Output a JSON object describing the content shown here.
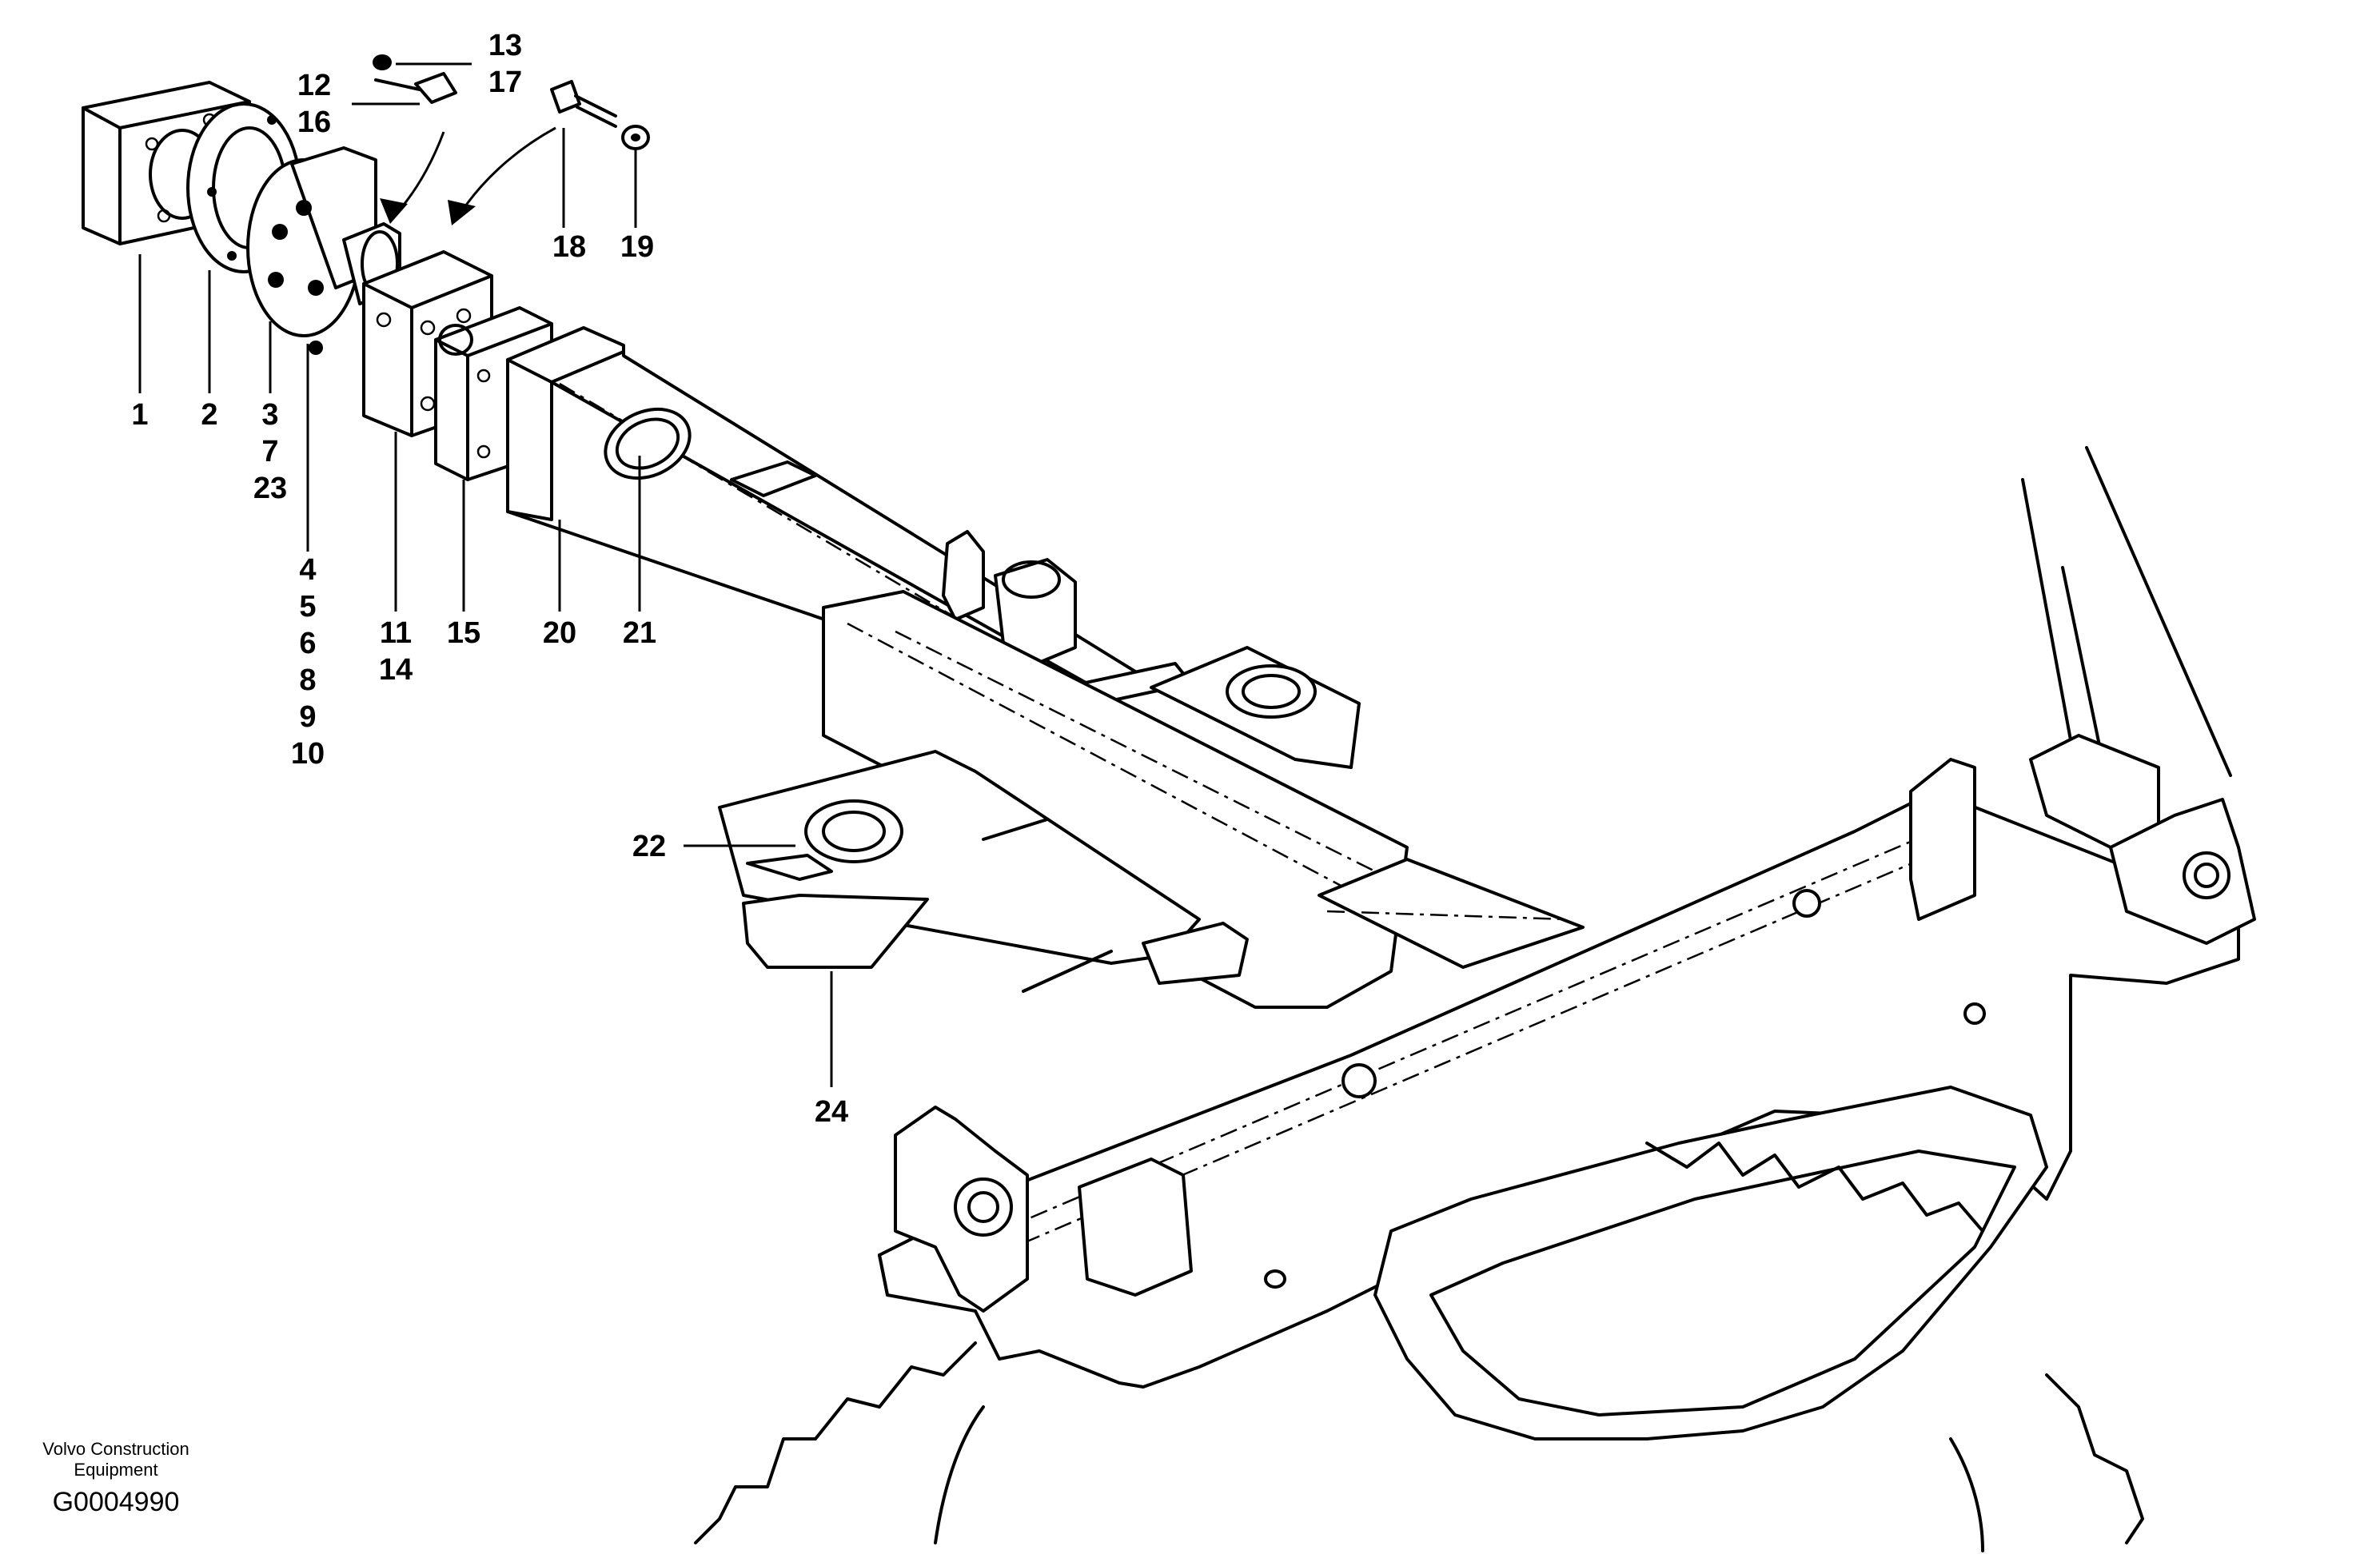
{
  "drawing": {
    "callouts": {
      "c1": "1",
      "c2": "2",
      "c3": "3",
      "c7": "7",
      "c23": "23",
      "c4": "4",
      "c5": "5",
      "c6": "6",
      "c8": "8",
      "c9": "9",
      "c10": "10",
      "c11": "11",
      "c14": "14",
      "c12": "12",
      "c16": "16",
      "c13": "13",
      "c17": "17",
      "c15": "15",
      "c18": "18",
      "c19": "19",
      "c20": "20",
      "c21": "21",
      "c22": "22",
      "c24": "24"
    },
    "credit_line1": "Volvo Construction",
    "credit_line2": "Equipment",
    "figure_code": "G0004990"
  }
}
